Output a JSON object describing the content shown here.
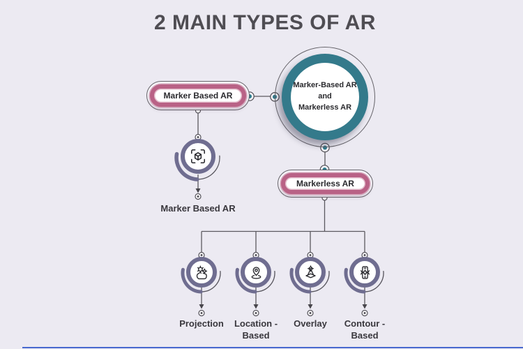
{
  "title": "2 MAIN TYPES OF AR",
  "root": {
    "lines": [
      "Marker-Based AR",
      "and",
      "Markerless AR"
    ],
    "icon": "dual-ring-node"
  },
  "marker_branch": {
    "pill_label": "Marker Based AR",
    "icon": "ar-cube-scan-icon",
    "caption": "Marker Based AR"
  },
  "markerless_branch": {
    "pill_label": "Markerless AR",
    "children": [
      {
        "icon": "projection-hand-gears-icon",
        "caption": "Projection"
      },
      {
        "icon": "location-pin-icon",
        "caption": "Location - Based"
      },
      {
        "icon": "overlay-hologram-icon",
        "caption": "Overlay"
      },
      {
        "icon": "contour-phone-scan-icon",
        "caption": "Contour - Based"
      }
    ]
  },
  "colors": {
    "background": "#eceaf2",
    "teal_ring": "#347a8b",
    "teal_dot": "#2f7b8c",
    "pink_ring": "#b96286",
    "purple_ring": "#6f6d90",
    "connector_line": "#5b595f",
    "title_text": "#4f4d53",
    "label_text": "#2a2a2e",
    "bottom_accent": "#4668cf"
  }
}
